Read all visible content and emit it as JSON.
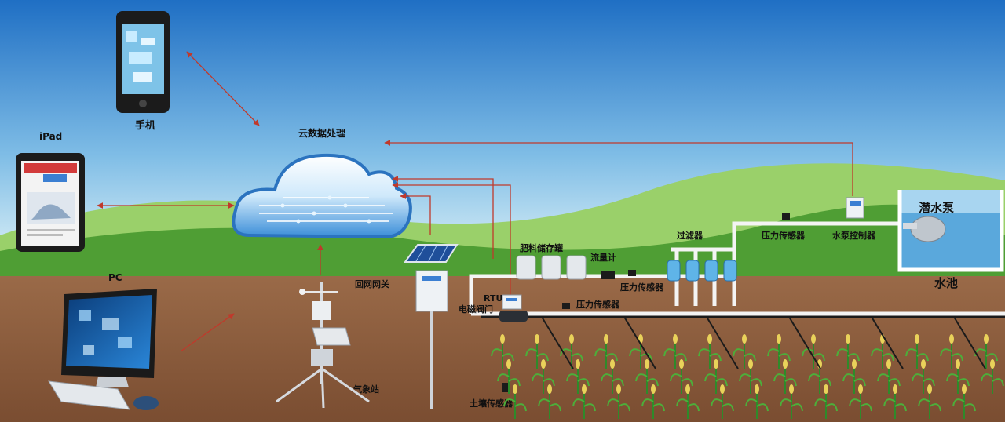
{
  "labels": {
    "phone": "手机",
    "ipad": "iPad",
    "pc": "PC",
    "cloud": "云数据处理",
    "gateway": "回网网关",
    "rtu": "RTU",
    "solenoid_valve": "电磁阀门",
    "weather_station": "气象站",
    "soil_sensor": "土壤传感器",
    "fertilizer_tank": "肥料储存罐",
    "flow_meter": "流量计",
    "pressure_sensor_1": "压力传感器",
    "pressure_sensor_2": "压力传感器",
    "pressure_sensor_3": "压力传感器",
    "filter": "过滤器",
    "pump_controller": "水泵控制器",
    "submersible_pump": "潜水泵",
    "pool": "水池"
  },
  "colors": {
    "sky_top": "#1f6fc4",
    "sky_bottom": "#cfe8f3",
    "grass": "#5aa83a",
    "soil": "#8a5a3b",
    "arrow": "#c0392b",
    "pipe": "#f4f4f4"
  },
  "icons": [
    "phone-icon",
    "tablet-icon",
    "computer-icon",
    "cloud-icon",
    "solar-panel-icon",
    "weather-station-icon",
    "pump-icon"
  ]
}
